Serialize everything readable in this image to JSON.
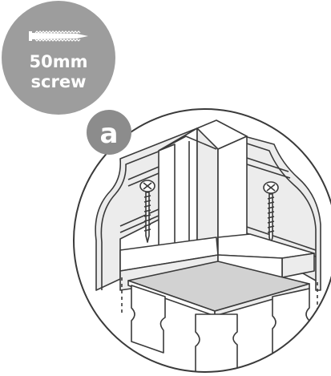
{
  "screw_badge": {
    "icon": "screw-icon",
    "line1": "50mm",
    "line2": "screw",
    "color": "#9d9d9d"
  },
  "step_badge": {
    "label": "a",
    "color": "#8c8c8c"
  },
  "colors": {
    "outline": "#3a3a3a",
    "wood_light": "#ffffff",
    "wood_shade": "#ececec",
    "panel_grey": "#d2d2d2"
  }
}
